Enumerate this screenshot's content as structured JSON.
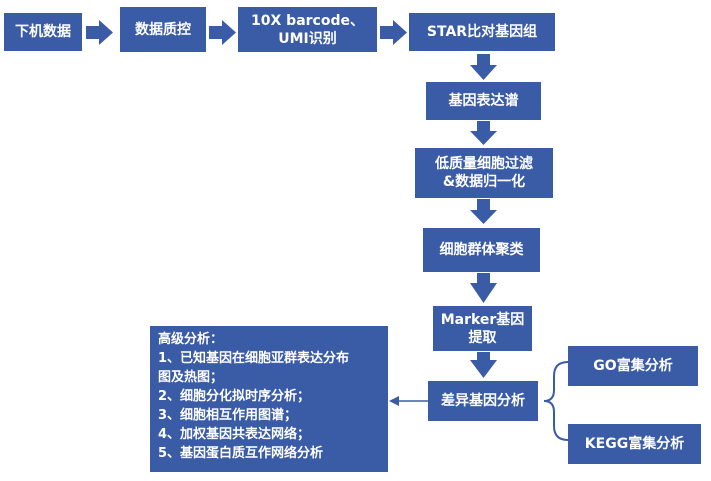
{
  "colors": {
    "box_fill": "#3a5ba6",
    "box_text": "#ffffff",
    "arrow": "#3a5ba6",
    "brace": "#3a5ba6"
  },
  "steps": {
    "download": "下机数据",
    "qc": "数据质控",
    "barcode_line1": "10X barcode、",
    "barcode_line2": "UMI识别",
    "star": "STAR比对基因组",
    "expr": "基因表达谱",
    "filter_line1": "低质量细胞过滤",
    "filter_line2": "&数据归一化",
    "cluster": "细胞群体聚类",
    "marker_line1": "Marker基因",
    "marker_line2": "提取",
    "diff": "差异基因分析",
    "go": "GO富集分析",
    "kegg": "KEGG富集分析"
  },
  "advanced": {
    "title": "高级分析：",
    "item1_line1": "1、已知基因在细胞亚群表达分布",
    "item1_line2": "图及热图；",
    "item2": "2、细胞分化拟时序分析；",
    "item3": "3、细胞相互作用图谱；",
    "item4": "4、加权基因共表达网络；",
    "item5": "5、基因蛋白质互作网络分析"
  }
}
